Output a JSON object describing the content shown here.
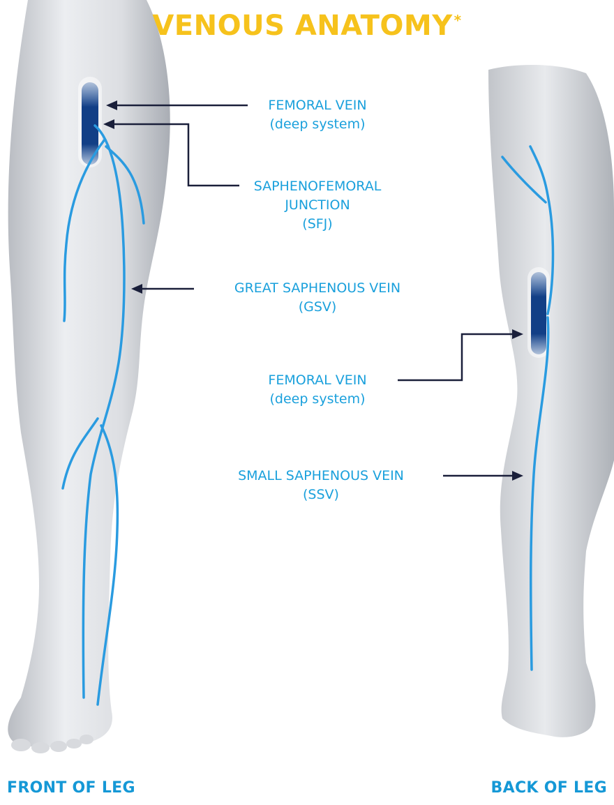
{
  "title": {
    "text": "VENOUS ANATOMY",
    "mark": "*"
  },
  "colors": {
    "title": "#f6c21c",
    "label": "#1aa0dc",
    "vein": "#2a9be0",
    "deep_vein": "#123f86",
    "arrow": "#1a1f3a",
    "leg": "#cfd1d6"
  },
  "labels": {
    "femoral_front": {
      "line1": "FEMORAL VEIN",
      "line2": "(deep system)"
    },
    "sfj": {
      "line1": "SAPHENOFEMORAL",
      "line2": "JUNCTION",
      "line3": "(SFJ)"
    },
    "gsv": {
      "line1": "GREAT SAPHENOUS VEIN",
      "line2": "(GSV)"
    },
    "femoral_back": {
      "line1": "FEMORAL VEIN",
      "line2": "(deep system)"
    },
    "ssv": {
      "line1": "SMALL SAPHENOUS VEIN",
      "line2": "(SSV)"
    }
  },
  "captions": {
    "front": "FRONT OF LEG",
    "back": "BACK OF LEG"
  }
}
